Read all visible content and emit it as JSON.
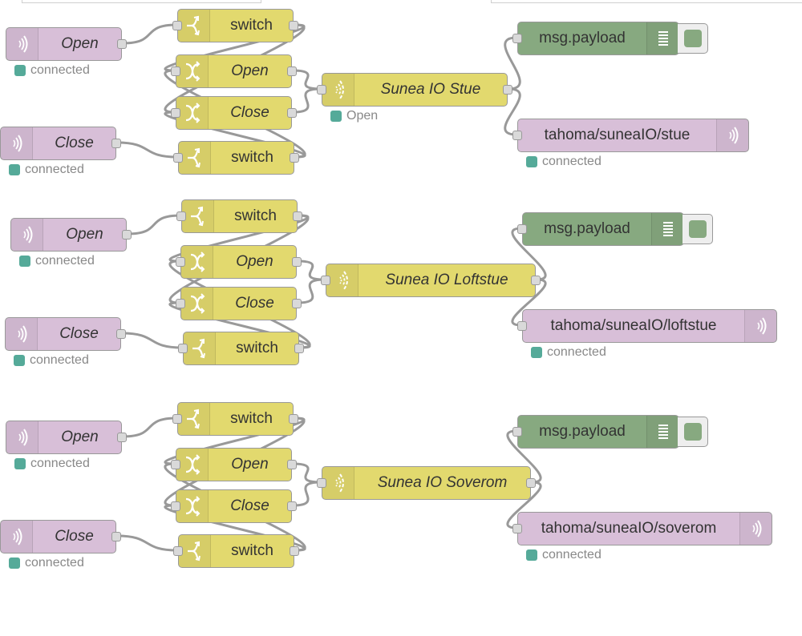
{
  "canvas": {
    "colors": {
      "mqtt_node": "#d8bfd8",
      "function_node": "#e2d96e",
      "debug_node": "#87a980",
      "status_connected": "#55aa99",
      "wire": "#999999"
    }
  },
  "groups": [
    {
      "name": "stue",
      "mqtt_in_open": {
        "label": "Open",
        "status": "connected",
        "icon": "bridge-icon"
      },
      "mqtt_in_close": {
        "label": "Close",
        "status": "connected",
        "icon": "bridge-icon"
      },
      "switch_top": {
        "label": "switch",
        "icon": "switch-icon"
      },
      "change_open": {
        "label": "Open",
        "icon": "change-icon"
      },
      "change_close": {
        "label": "Close",
        "icon": "change-icon"
      },
      "switch_bottom": {
        "label": "switch",
        "icon": "switch-icon"
      },
      "sunea": {
        "label": "Sunea IO Stue",
        "status": "Open",
        "icon": "io-wave-icon"
      },
      "debug": {
        "label": "msg.payload",
        "icon": "list-icon",
        "active": true
      },
      "mqtt_out": {
        "label": "tahoma/suneaIO/stue",
        "status": "connected",
        "icon": "bridge-icon"
      }
    },
    {
      "name": "loftstue",
      "mqtt_in_open": {
        "label": "Open",
        "status": "connected",
        "icon": "bridge-icon"
      },
      "mqtt_in_close": {
        "label": "Close",
        "status": "connected",
        "icon": "bridge-icon"
      },
      "switch_top": {
        "label": "switch",
        "icon": "switch-icon"
      },
      "change_open": {
        "label": "Open",
        "icon": "change-icon"
      },
      "change_close": {
        "label": "Close",
        "icon": "change-icon"
      },
      "switch_bottom": {
        "label": "switch",
        "icon": "switch-icon"
      },
      "sunea": {
        "label": "Sunea IO Loftstue",
        "status": null,
        "icon": "io-wave-icon"
      },
      "debug": {
        "label": "msg.payload",
        "icon": "list-icon",
        "active": true
      },
      "mqtt_out": {
        "label": "tahoma/suneaIO/loftstue",
        "status": "connected",
        "icon": "bridge-icon"
      }
    },
    {
      "name": "soverom",
      "mqtt_in_open": {
        "label": "Open",
        "status": "connected",
        "icon": "bridge-icon"
      },
      "mqtt_in_close": {
        "label": "Close",
        "status": "connected",
        "icon": "bridge-icon"
      },
      "switch_top": {
        "label": "switch",
        "icon": "switch-icon"
      },
      "change_open": {
        "label": "Open",
        "icon": "change-icon"
      },
      "change_close": {
        "label": "Close",
        "icon": "change-icon"
      },
      "switch_bottom": {
        "label": "switch",
        "icon": "switch-icon"
      },
      "sunea": {
        "label": "Sunea IO Soverom",
        "status": null,
        "icon": "io-wave-icon"
      },
      "debug": {
        "label": "msg.payload",
        "icon": "list-icon",
        "active": true
      },
      "mqtt_out": {
        "label": "tahoma/suneaIO/soverom",
        "status": "connected",
        "icon": "bridge-icon"
      }
    }
  ]
}
